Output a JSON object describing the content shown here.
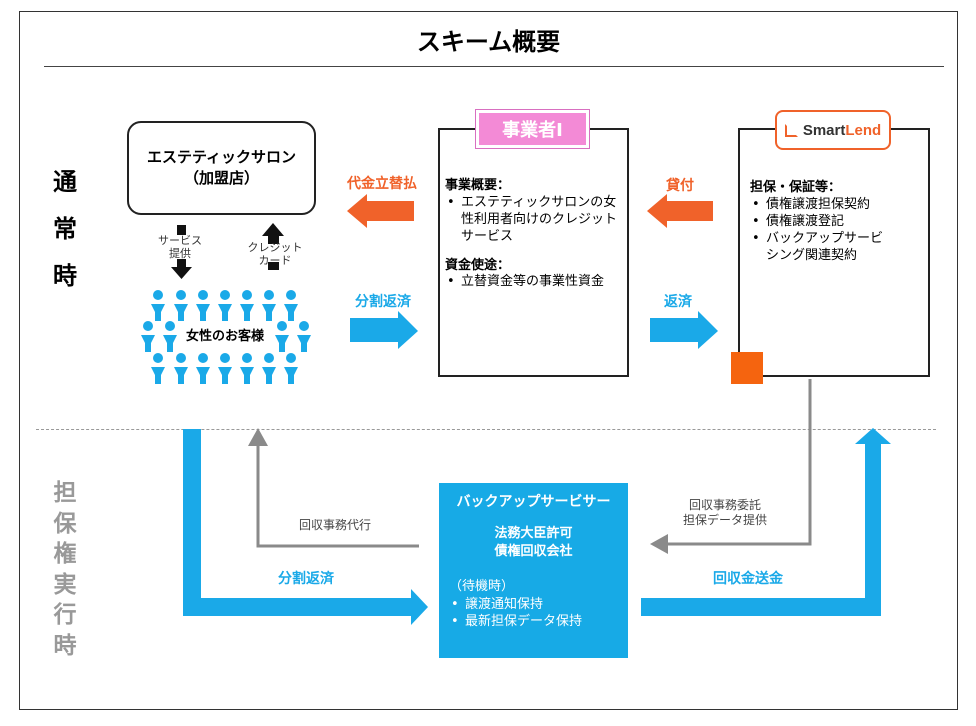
{
  "title": "スキーム概要",
  "sections": {
    "normal": [
      "通",
      "常",
      "時"
    ],
    "enforcement": [
      "担",
      "保",
      "権",
      "実",
      "行",
      "時"
    ]
  },
  "salon": {
    "name": "エステティックサロン",
    "sub": "（加盟店）",
    "service_label": [
      "サービス",
      "提供"
    ],
    "credit_label": [
      "クレジット",
      "カード"
    ]
  },
  "customers": {
    "label": "女性のお客様"
  },
  "business": {
    "name": "事業者I",
    "overview_title": "事業概要：",
    "overview_items": [
      "エステティックサロンの女性利用者向けのクレジットサービス"
    ],
    "funds_title": "資金使途：",
    "funds_items": [
      "立替資金等の事業性資金"
    ]
  },
  "smartlend": {
    "logo_a": "Smart",
    "logo_b": "Lend",
    "security_title": "担保・保証等：",
    "security_items": [
      "債権譲渡担保契約",
      "債権譲渡登記",
      "バックアップサービシング関連契約"
    ]
  },
  "flows": {
    "advance": "代金立替払",
    "loan": "貸付",
    "installment_top": "分割返済",
    "repayment": "返済",
    "collection_agency": "回収事務代行",
    "collection_delegation": [
      "回収事務委託",
      "担保データ提供"
    ],
    "installment_bottom": "分割返済",
    "remittance": "回収金送金"
  },
  "backup": {
    "title": "バックアップサービサー",
    "license": [
      "法務大臣許可",
      "債権回収会社"
    ],
    "standby": "（待機時）",
    "items": [
      "譲渡通知保持",
      "最新担保データ保持"
    ]
  },
  "colors": {
    "orange": "#f0622a",
    "blue": "#1aa9e8",
    "pink": "#f38ad6",
    "gray": "#999999"
  }
}
